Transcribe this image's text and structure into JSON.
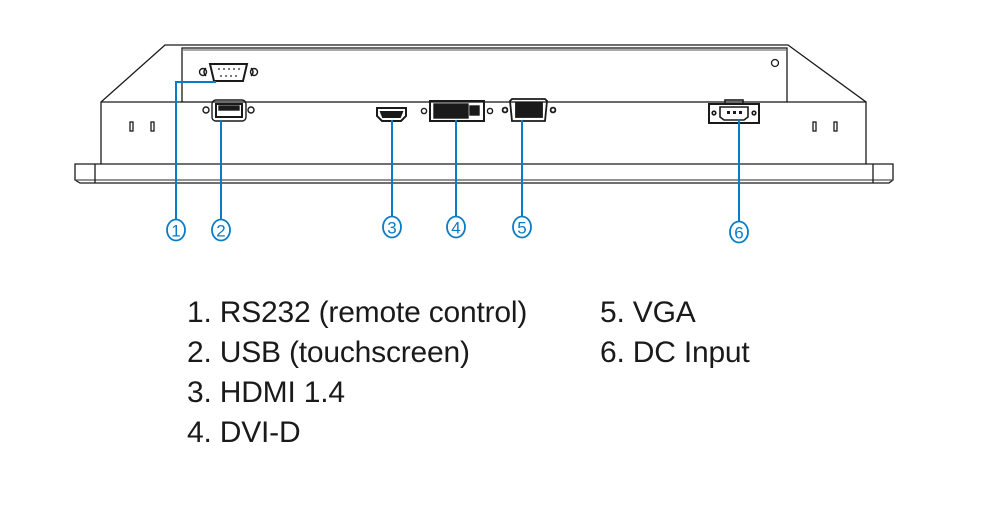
{
  "diagram": {
    "title": "Panel PC rear I/O ports",
    "callout_color": "#0a7cc6",
    "line_color": "#1a1a1a",
    "callouts": [
      {
        "number": "1",
        "port": "rs232"
      },
      {
        "number": "2",
        "port": "usb"
      },
      {
        "number": "3",
        "port": "hdmi"
      },
      {
        "number": "4",
        "port": "dvi"
      },
      {
        "number": "5",
        "port": "vga"
      },
      {
        "number": "6",
        "port": "dc-input"
      }
    ]
  },
  "legend": {
    "left": [
      "1. RS232 (remote control)",
      "2. USB (touchscreen)",
      "3. HDMI 1.4",
      "4. DVI-D"
    ],
    "right": [
      "5. VGA",
      "6. DC Input"
    ]
  }
}
